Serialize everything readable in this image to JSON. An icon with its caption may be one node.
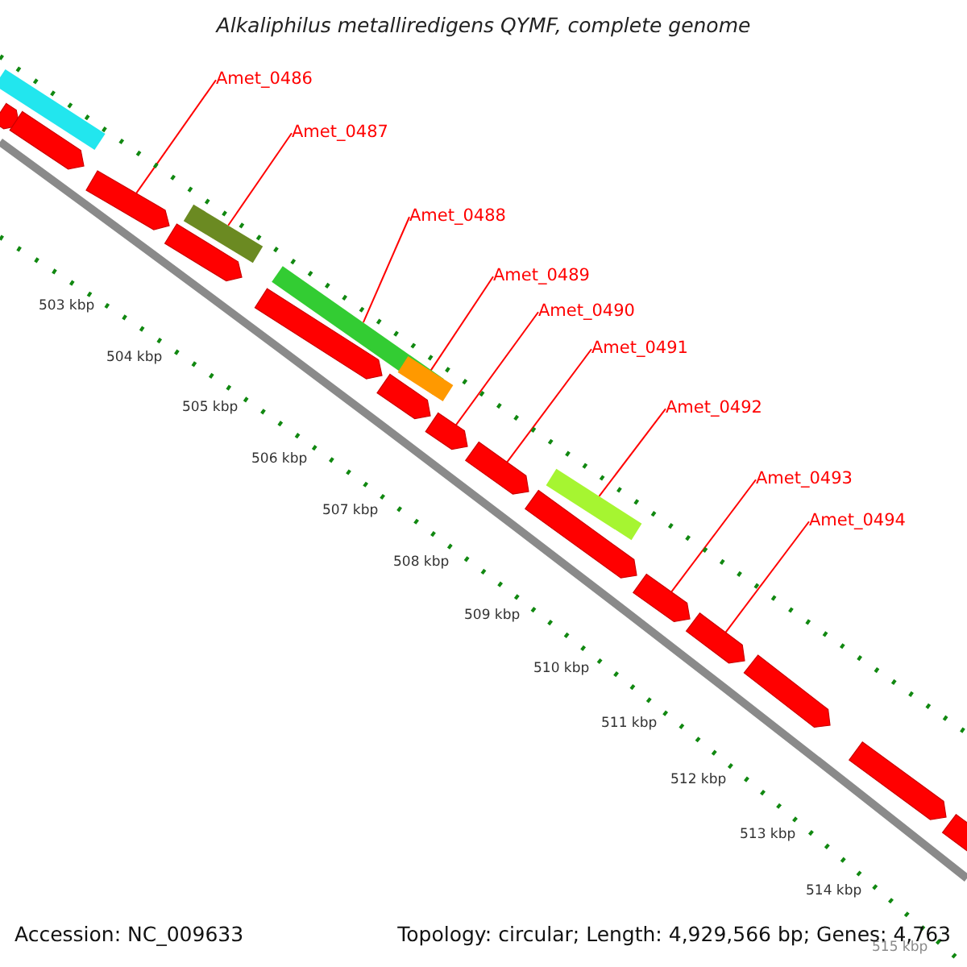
{
  "diagram": {
    "title": "Alkaliphilus metalliredigens QYMF, complete genome",
    "nodes": [
      {
        "text": [
          "Amet_0486"
        ]
      },
      {
        "text": [
          "Amet_0487"
        ]
      },
      {
        "text": [
          "Amet_0488"
        ]
      },
      {
        "text": [
          "Amet_0489"
        ]
      },
      {
        "text": [
          "Amet_0490"
        ]
      },
      {
        "text": [
          "Amet_0491"
        ]
      },
      {
        "text": [
          "Amet_0492"
        ]
      },
      {
        "text": [
          "Amet_0493"
        ]
      },
      {
        "text": [
          "Amet_0494"
        ]
      },
      {
        "text": [],
        "shape": "bar"
      },
      {
        "text": [],
        "shape": "bar"
      },
      {
        "text": [],
        "shape": "bar"
      },
      {
        "text": [],
        "shape": "bar"
      },
      {
        "text": [],
        "shape": "bar"
      },
      {
        "text": [],
        "shape": "pentagon"
      },
      {
        "text": [],
        "shape": "pentagon"
      },
      {
        "text": [],
        "shape": "pentagon"
      },
      {
        "text": [],
        "shape": "pentagon"
      },
      {
        "text": [],
        "shape": "pentagon"
      },
      {
        "text": [],
        "shape": "pentagon"
      },
      {
        "text": [],
        "shape": "pentagon"
      },
      {
        "text": [],
        "shape": "pentagon"
      },
      {
        "text": [],
        "shape": "pentagon"
      },
      {
        "text": [],
        "shape": "pentagon"
      },
      {
        "text": [],
        "shape": "pentagon"
      },
      {
        "text": [],
        "shape": "pentagon"
      },
      {
        "text": [],
        "shape": "pentagon"
      },
      {
        "text": [],
        "shape": "pentagon"
      }
    ],
    "edges": [
      {
        "from": 0,
        "to": 16,
        "arrow": "none"
      },
      {
        "from": 1,
        "to": 10,
        "arrow": "none"
      },
      {
        "from": 2,
        "to": 11,
        "arrow": "none"
      },
      {
        "from": 3,
        "to": 12,
        "arrow": "none"
      },
      {
        "from": 4,
        "to": 20,
        "arrow": "none"
      },
      {
        "from": 5,
        "to": 21,
        "arrow": "none"
      },
      {
        "from": 6,
        "to": 13,
        "arrow": "none"
      },
      {
        "from": 7,
        "to": 23,
        "arrow": "none"
      },
      {
        "from": 8,
        "to": 24,
        "arrow": "none"
      }
    ],
    "labels": [
      "503 kbp",
      "504 kbp",
      "505 kbp",
      "506 kbp",
      "507 kbp",
      "508 kbp",
      "509 kbp",
      "510 kbp",
      "511 kbp",
      "512 kbp",
      "513 kbp",
      "514 kbp",
      "515 kbp",
      "Accession: NC_009633",
      "Topology: circular; Length: 4,929,566 bp; Genes: 4,763"
    ]
  }
}
